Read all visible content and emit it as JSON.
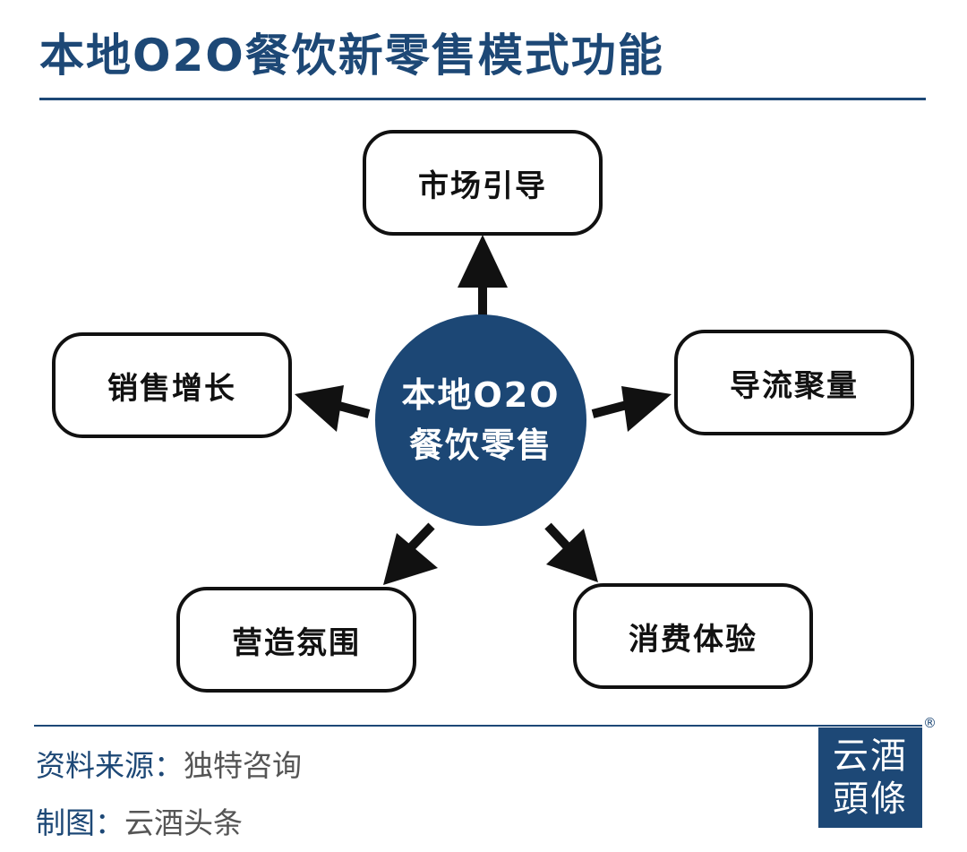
{
  "title": "本地O2O餐饮新零售模式功能",
  "hub": {
    "line1": "本地O2O",
    "line2": "餐饮零售"
  },
  "nodes": {
    "top": "市场引导",
    "left": "销售增长",
    "right": "导流聚量",
    "bottom_left": "营造氛围",
    "bottom_right": "消费体验"
  },
  "footer": {
    "source_label": "资料来源：",
    "source_value": "独特咨询",
    "credit_label": "制图：",
    "credit_value": "云酒头条"
  },
  "logo": {
    "line1": "云酒",
    "line2": "頭條",
    "registered": "®"
  },
  "colors": {
    "primary": "#1d4876",
    "hub": "#1c4775",
    "ink": "#111111",
    "muted": "#555555"
  }
}
